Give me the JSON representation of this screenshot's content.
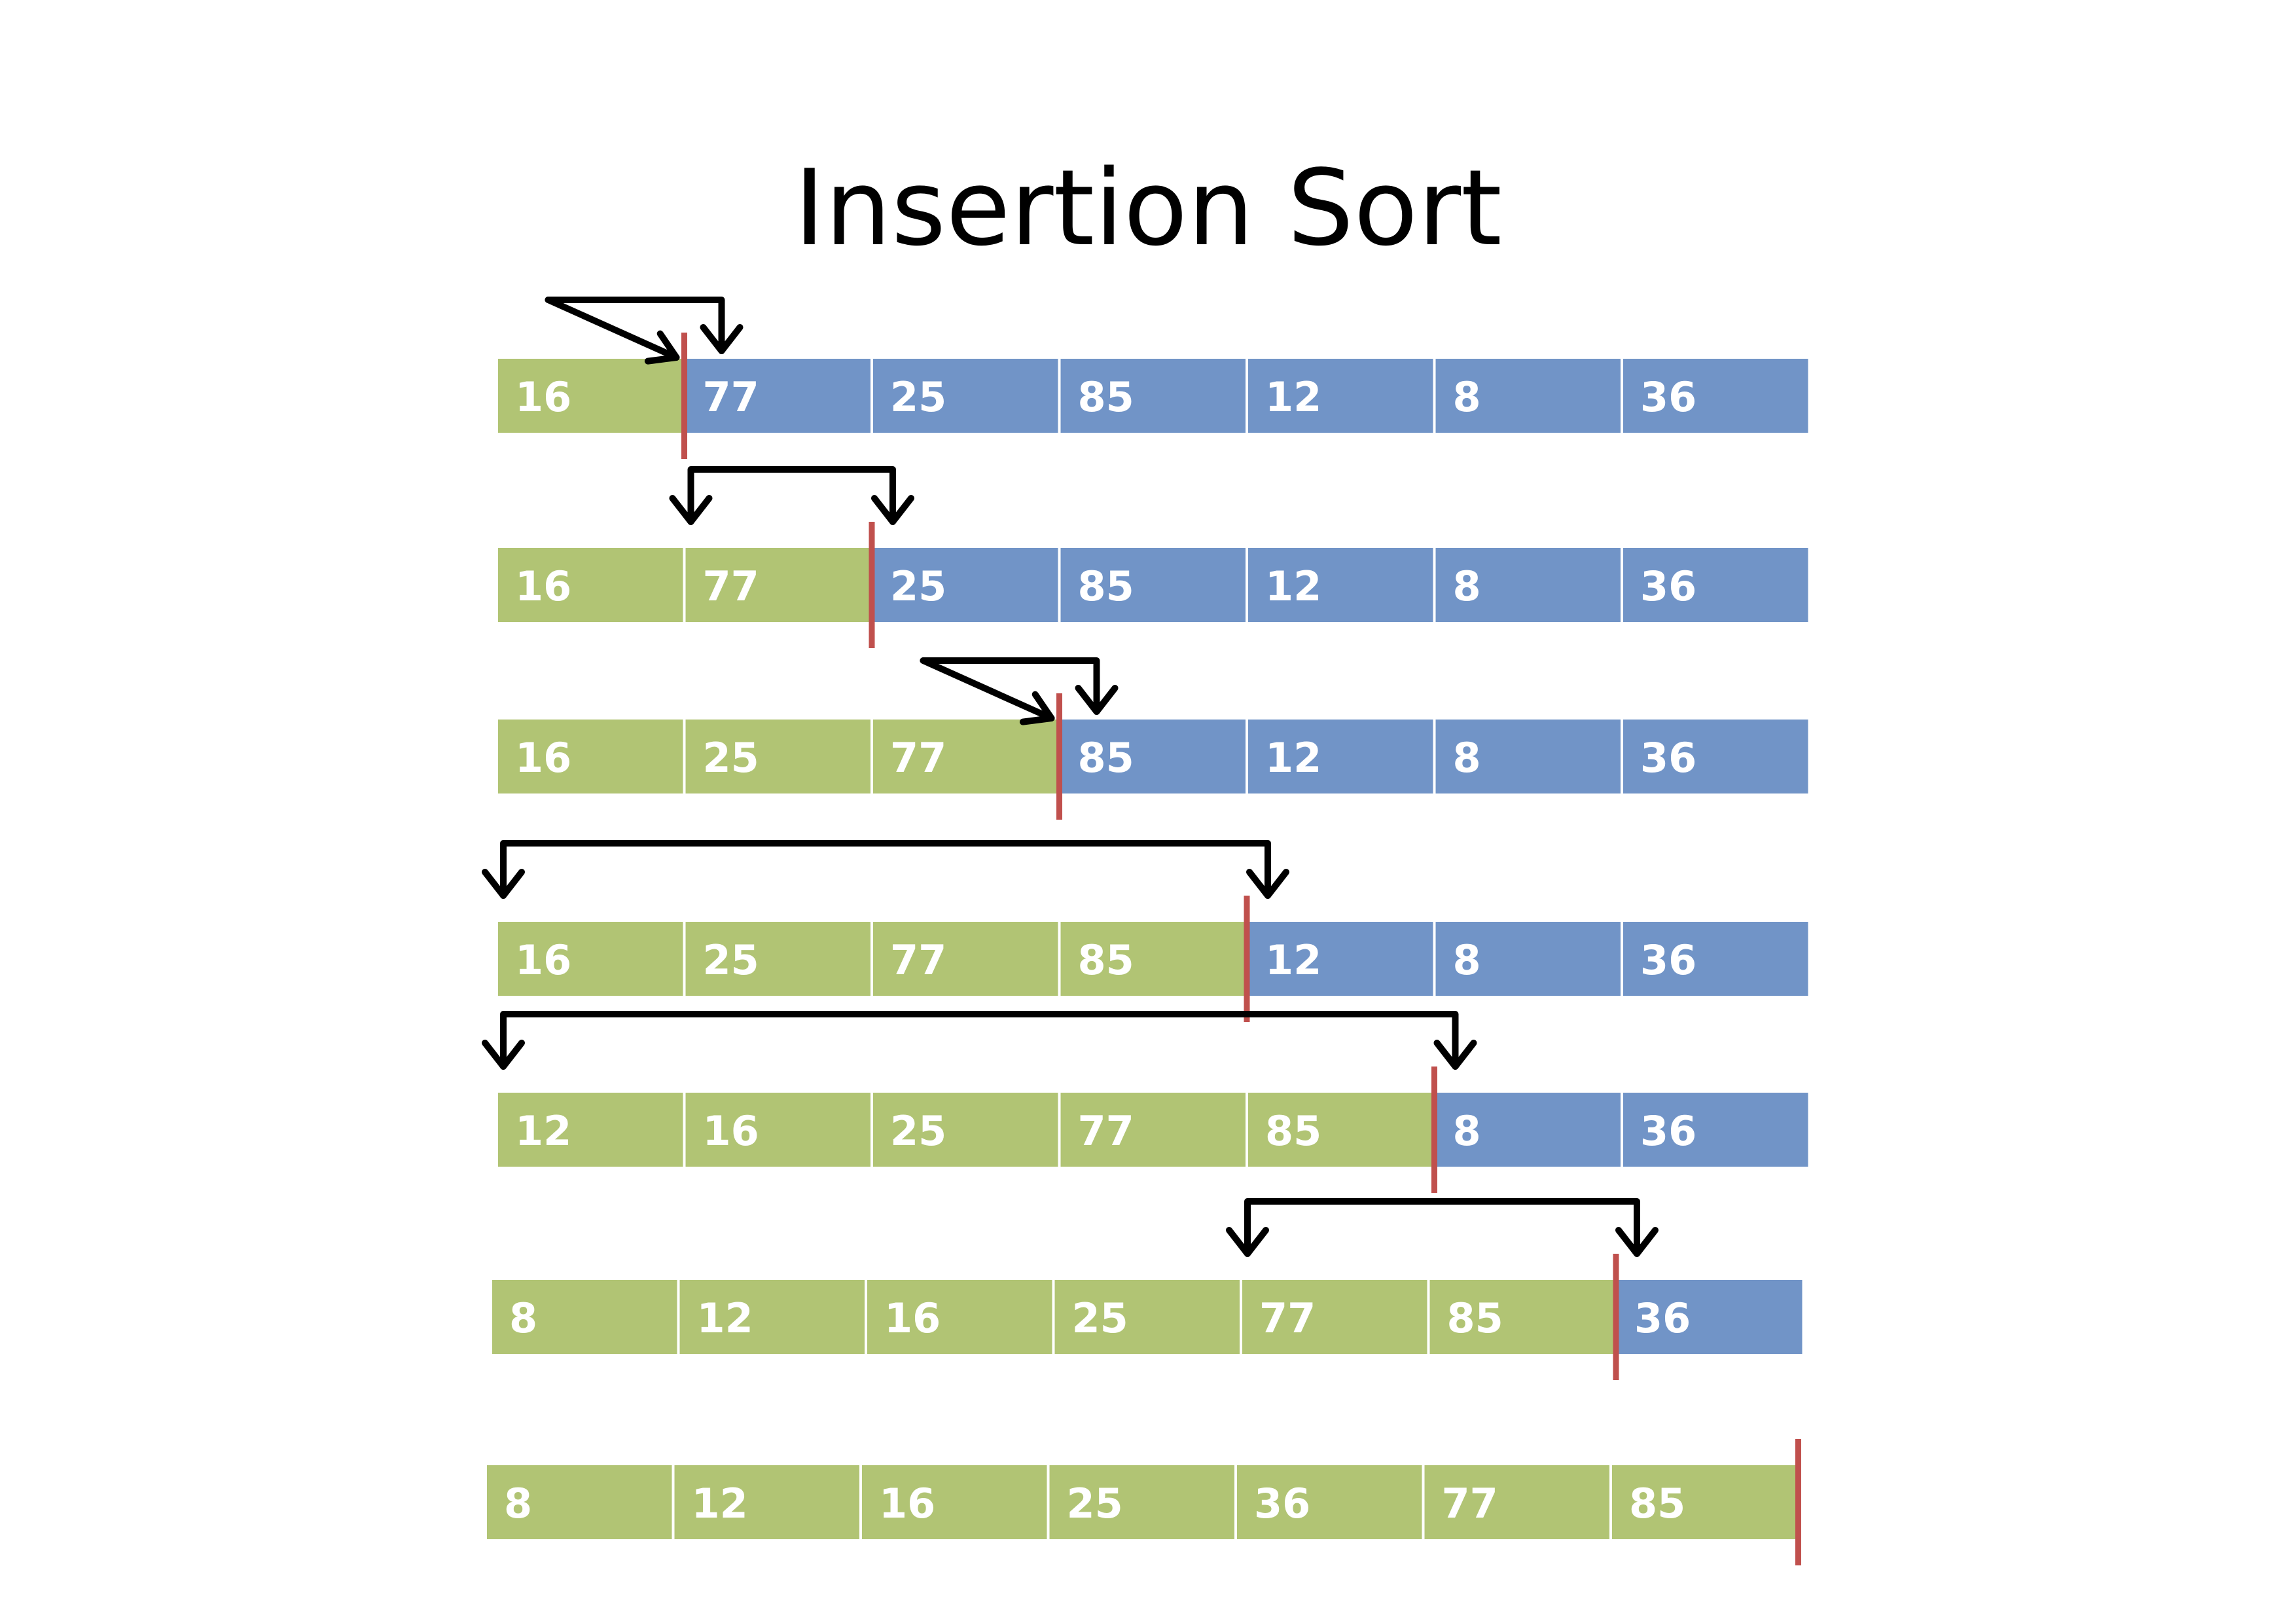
{
  "title": "Insertion Sort",
  "colors": {
    "sorted": "#b1c474",
    "unsorted": "#7194c7",
    "divider": "#c0504d",
    "arrow": "#000000",
    "cell_text": "#ffffff"
  },
  "rows": [
    {
      "values": [
        "16",
        "77",
        "25",
        "85",
        "12",
        "8",
        "36"
      ],
      "sorted_count": 1,
      "arrow": {
        "type": "diagonal",
        "from": 1,
        "to": 1
      }
    },
    {
      "values": [
        "16",
        "77",
        "25",
        "85",
        "12",
        "8",
        "36"
      ],
      "sorted_count": 2,
      "arrow": {
        "type": "bracket",
        "from": 2,
        "to": 1
      }
    },
    {
      "values": [
        "16",
        "25",
        "77",
        "85",
        "12",
        "8",
        "36"
      ],
      "sorted_count": 3,
      "arrow": {
        "type": "diagonal",
        "from": 3,
        "to": 3
      }
    },
    {
      "values": [
        "16",
        "25",
        "77",
        "85",
        "12",
        "8",
        "36"
      ],
      "sorted_count": 4,
      "arrow": {
        "type": "bracket",
        "from": 4,
        "to": 0
      }
    },
    {
      "values": [
        "12",
        "16",
        "25",
        "77",
        "85",
        "8",
        "36"
      ],
      "sorted_count": 5,
      "arrow": {
        "type": "bracket",
        "from": 5,
        "to": 0
      }
    },
    {
      "values": [
        "8",
        "12",
        "16",
        "25",
        "77",
        "85",
        "36"
      ],
      "sorted_count": 6,
      "arrow": {
        "type": "bracket",
        "from": 6,
        "to": 4
      }
    },
    {
      "values": [
        "8",
        "12",
        "16",
        "25",
        "36",
        "77",
        "85"
      ],
      "sorted_count": 7,
      "arrow": null
    }
  ]
}
